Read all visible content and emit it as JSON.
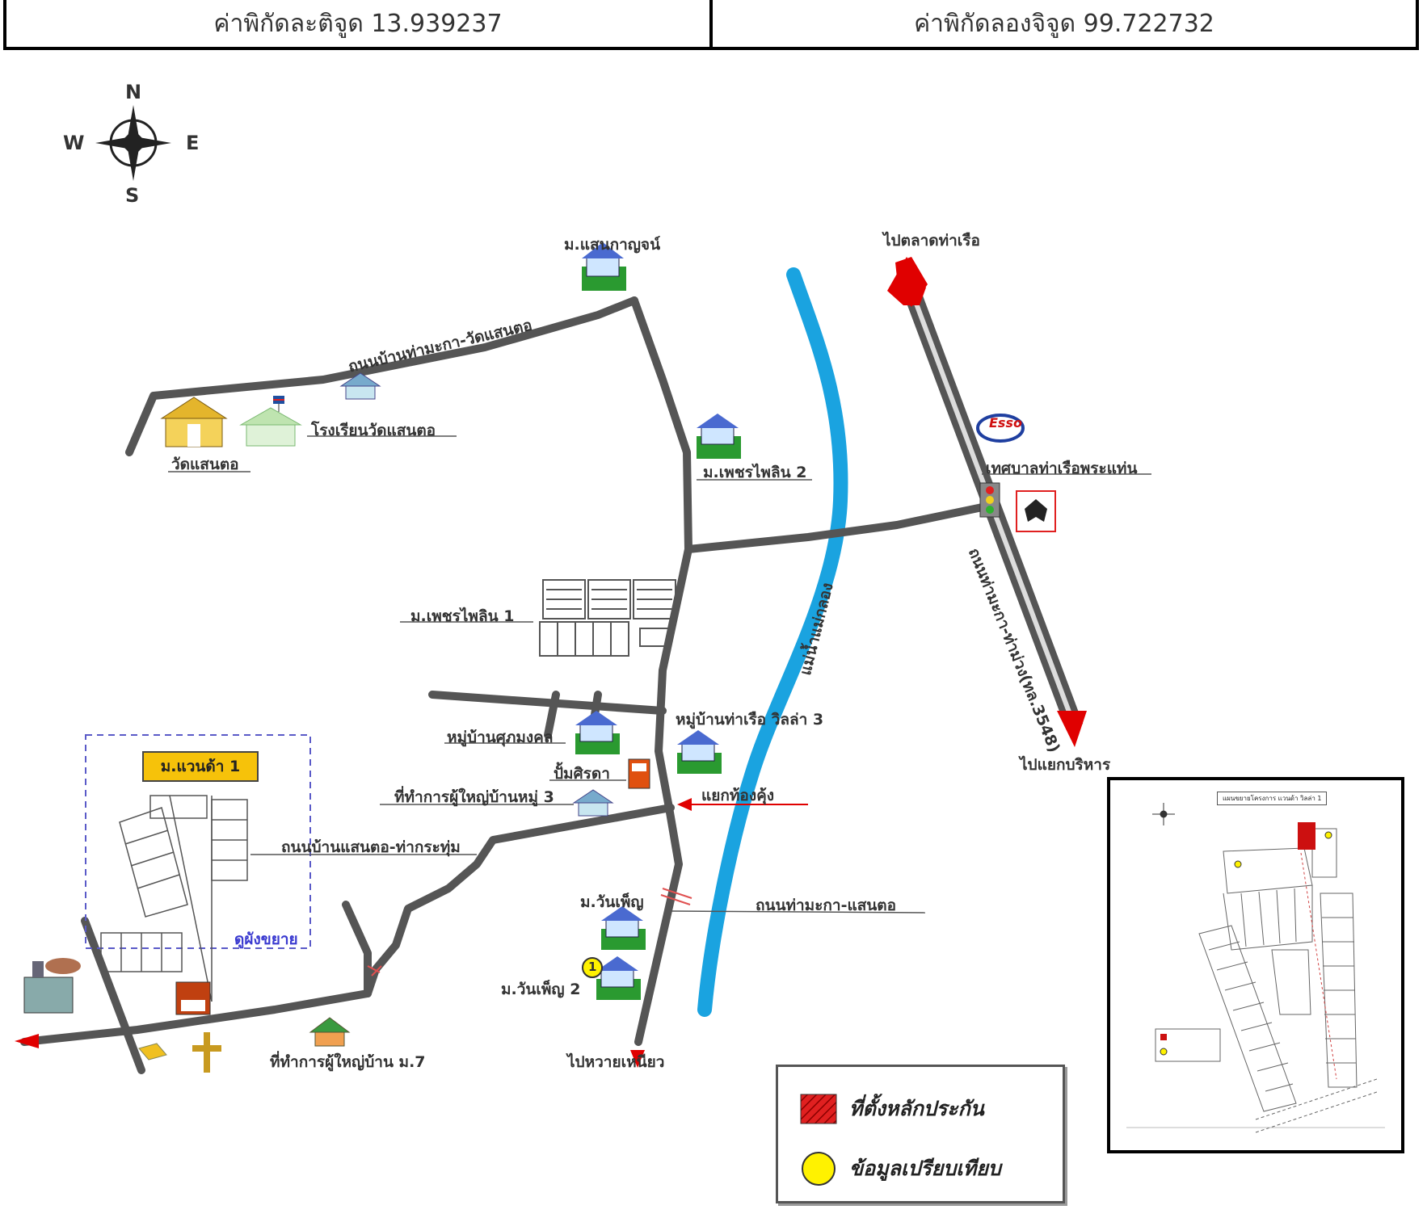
{
  "header": {
    "latitude_label": "ค่าพิกัดละติจูด 13.939237",
    "longitude_label": "ค่าพิกัดลองจิจูด 99.722732"
  },
  "compass": {
    "n": "N",
    "s": "S",
    "e": "E",
    "w": "W"
  },
  "map": {
    "to_tha_ruea_market": "ไปตลาดท่าเรือ",
    "m_saen_kan": "ม.แสนกาญจน์",
    "road_tha_maka_wat_saen_to": "ถนนบ้านท่ามะกา-วัดแสนตอ",
    "wat_saen_to": "วัดแสนตอ",
    "school_wat_saen_to": "โรงเรียนวัดแสนตอ",
    "m_phet_phailin_2": "ม.เพชรไพลิน 2",
    "municipality": "เทศบาลท่าเรือพระแท่น",
    "esso": "Esso",
    "highway_label": "ถนนท่ามะกา-ท่าม่วง(ทล.3548)",
    "m_phet_phailin_1": "ม.เพชรไพลิน 1",
    "river": "แม่น้ำแม่กลอง",
    "village_tha_ruea_villa_3": "หมู่บ้านท่าเรือ วิลล่า 3",
    "to_boriharn_junction": "ไปแยกบริหาร",
    "village_suk_mongkol": "หมู่บ้านศุภมงคล",
    "pump_sirada": "ปั้มศิรดา",
    "headman_office_moo_3": "ที่ทำการผู้ใหญ่บ้านหมู่ 3",
    "tong_kung_junction": "แยกท้องคุ้ง",
    "m_wanda_1": "ม.แวนด้า 1",
    "road_saen_to_tha_krathum": "ถนนบ้านแสนตอ-ท่ากระทุ่ม",
    "m_wan_phen": "ม.วันเพ็ญ",
    "road_tha_maka_saen_to": "ถนนท่ามะกา-แสนตอ",
    "see_layout": "ดูผังขยาย",
    "m_wan_phen_2": "ม.วันเพ็ญ 2",
    "marker_number": "1",
    "to_nong_wai_nieo": "ไปหวายเหนียว",
    "headman_office_moo_7": "ที่ทำการผู้ใหญ่บ้าน ม.7"
  },
  "legend": {
    "collateral_location": "ที่ตั้งหลักประกัน",
    "comparison_data": "ข้อมูลเปรียบเทียบ"
  },
  "inset": {
    "title": "แผนขยายโครงการ แวนด้า วิลล่า 1"
  },
  "colors": {
    "road": "#555555",
    "river": "#1aa3e0",
    "collateral": "#d62020",
    "comparison": "#fff200",
    "badge": "#f6c20a",
    "boundary": "#5a5ac8"
  }
}
